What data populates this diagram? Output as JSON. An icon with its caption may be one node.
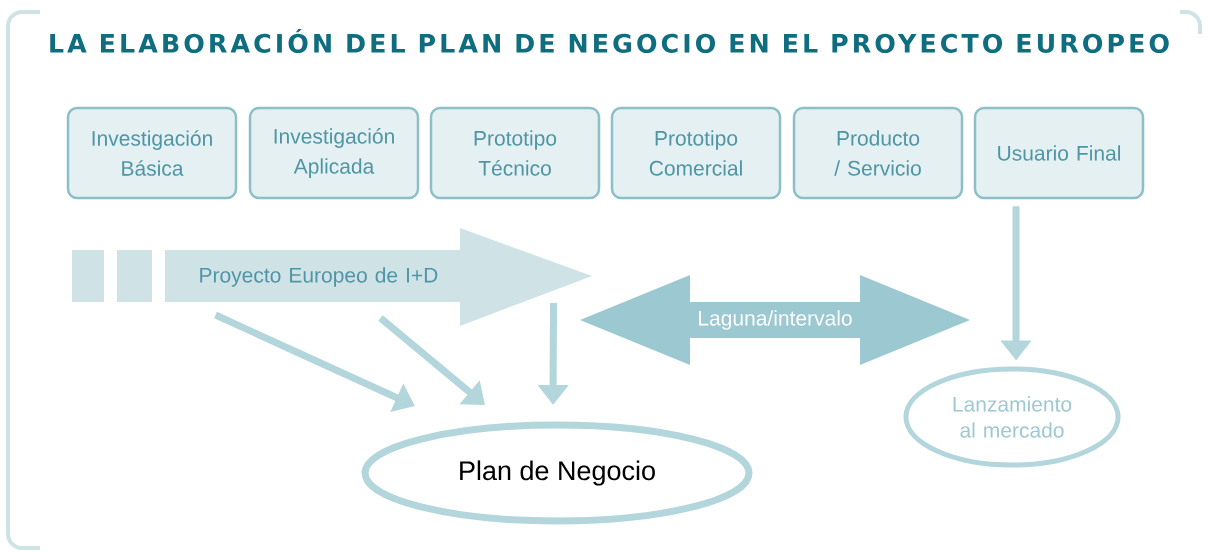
{
  "diagram": {
    "title": "LA ELABORACIÓN DEL PLAN DE NEGOCIO EN EL PROYECTO EUROPEO",
    "nodes": [
      {
        "text": [
          "Investigación Básica"
        ]
      },
      {
        "text": [
          "Investigación Aplicada"
        ]
      },
      {
        "text": [
          "Prototipo Técnico"
        ]
      },
      {
        "text": [
          "Prototipo Comercial"
        ]
      },
      {
        "text": [
          "Producto / Servicio"
        ]
      },
      {
        "text": [
          "Usuario Final"
        ]
      },
      {
        "text": [
          "Proyecto Europeo de I+D"
        ]
      },
      {
        "text": [
          "Laguna/intervalo"
        ]
      },
      {
        "text": [
          "Plan de Negocio"
        ]
      },
      {
        "text": [
          "Lanzamiento al mercado"
        ]
      }
    ],
    "edges": [
      {
        "from": 6,
        "to": 8,
        "arrow": "to"
      },
      {
        "from": 6,
        "to": 8,
        "arrow": "to"
      },
      {
        "from": 6,
        "to": 8,
        "arrow": "to"
      },
      {
        "from": 5,
        "to": 9,
        "arrow": "to"
      }
    ]
  }
}
